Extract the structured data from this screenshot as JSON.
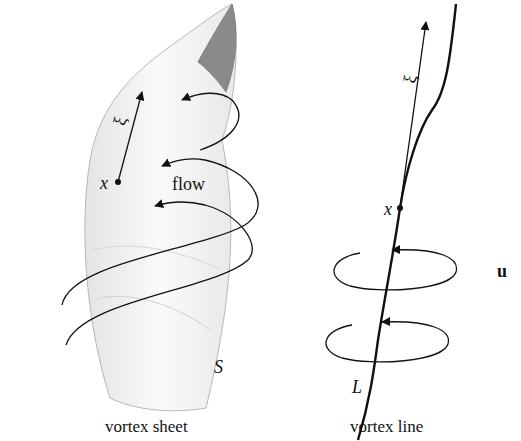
{
  "diagram": {
    "labels": [
      "ξ",
      "x",
      "flow",
      "S",
      "vortex sheet",
      "ξ",
      "x",
      "u",
      "L",
      "vortex line"
    ]
  }
}
